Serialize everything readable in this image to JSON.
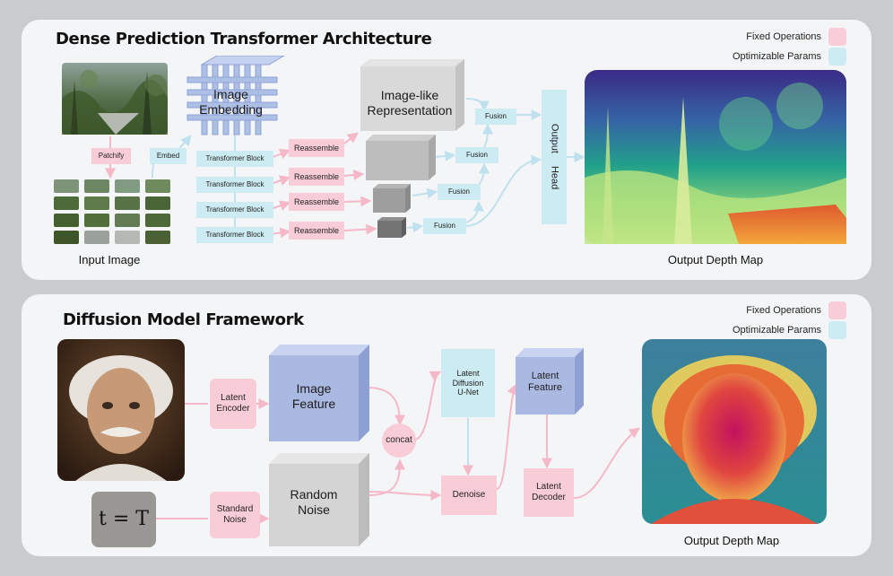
{
  "colors": {
    "fixed": "#f9cdd8",
    "optimizable": "#cdebf3",
    "feature_blue": "#a9b9e2",
    "noise_gray": "#d2d2d2",
    "arrow": "#f5b8c8",
    "arrow_blue": "#bfe1ee"
  },
  "top": {
    "title": "Dense Prediction Transformer Architecture",
    "legend": {
      "fixed_label": "Fixed Operations",
      "optimizable_label": "Optimizable Params"
    },
    "patchify": "Patchify",
    "embed": "Embed",
    "image_embedding": [
      "Image",
      "Embedding"
    ],
    "image_like_representation": [
      "Image-like",
      "Representation"
    ],
    "transformer_blocks": [
      "Transformer Block",
      "Transformer Block",
      "Transformer Block",
      "Transformer Block"
    ],
    "reassemble": [
      "Reassemble",
      "Reassemble",
      "Reassemble",
      "Reassemble"
    ],
    "fusion": [
      "Fusion",
      "Fusion",
      "Fusion",
      "Fusion"
    ],
    "output_head": [
      "Output",
      "Head"
    ],
    "input_image_caption": "Input Image",
    "output_caption": "Output Depth Map"
  },
  "bottom": {
    "title": "Diffusion Model Framework",
    "legend": {
      "fixed_label": "Fixed Operations",
      "optimizable_label": "Optimizable Params"
    },
    "latent_encoder": [
      "Latent",
      "Encoder"
    ],
    "image_feature": [
      "Image",
      "Feature"
    ],
    "concat": "concat",
    "latent_diffusion_unet": [
      "Latent",
      "Diffusion",
      "U-Net"
    ],
    "latent_feature": [
      "Latent",
      "Feature"
    ],
    "denoise": "Denoise",
    "latent_decoder": [
      "Latent",
      "Decoder"
    ],
    "standard_noise": [
      "Standard",
      "Noise"
    ],
    "random_noise": [
      "Random",
      "Noise"
    ],
    "timestep": "t = T",
    "output_caption": "Output Depth Map"
  }
}
